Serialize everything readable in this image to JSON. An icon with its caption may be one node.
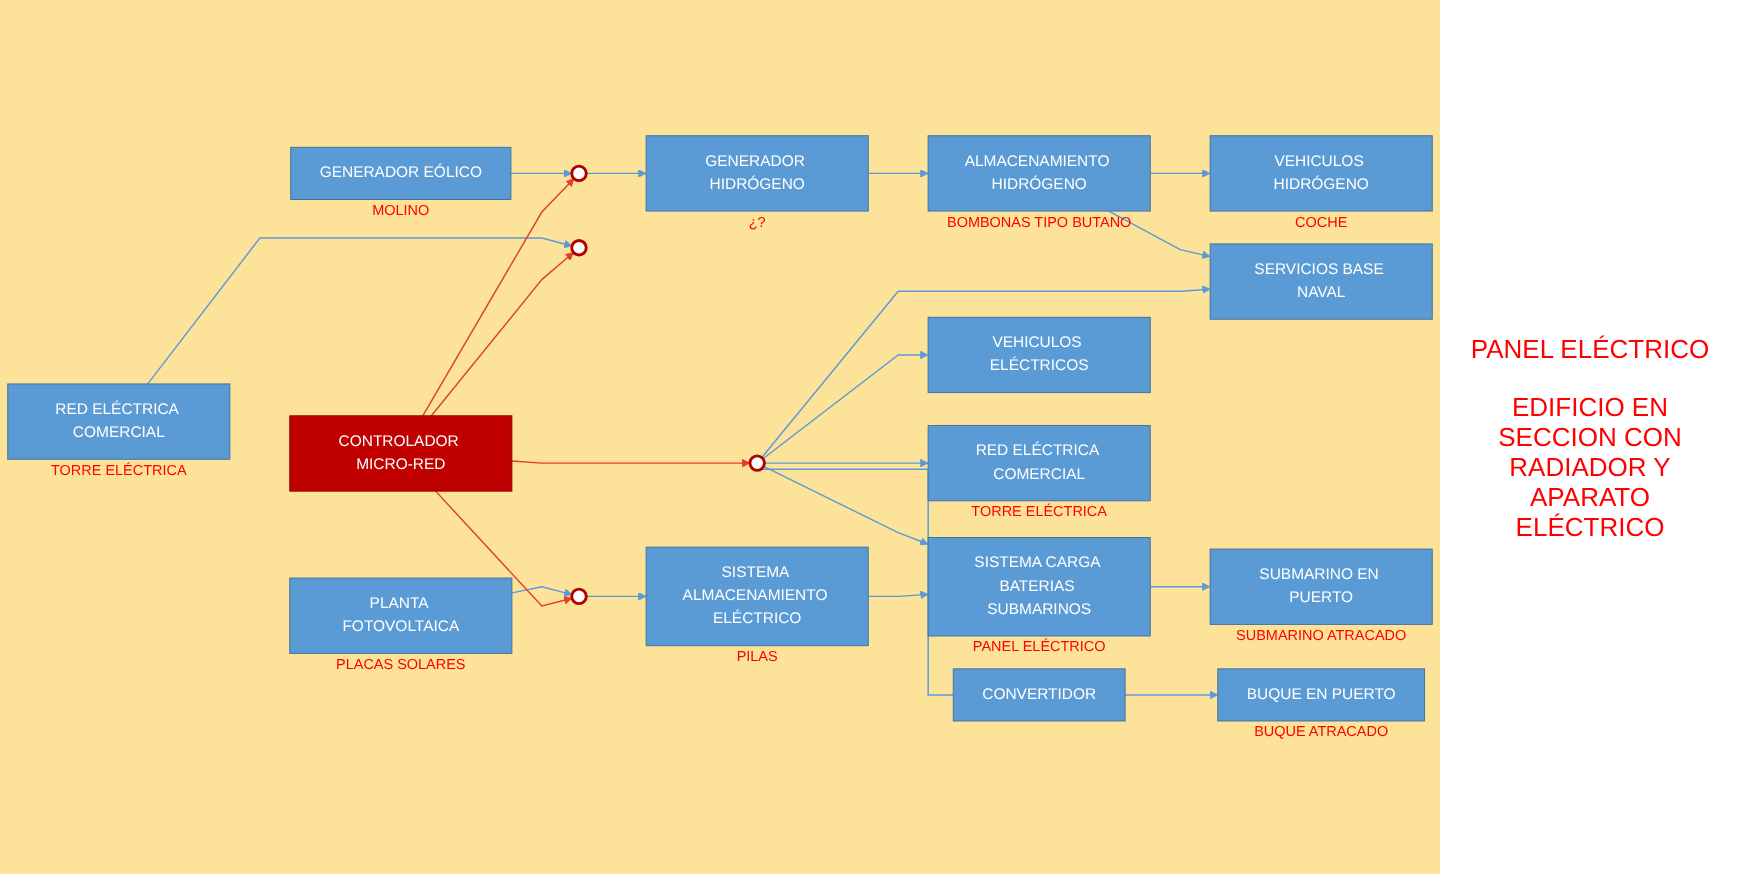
{
  "diagram": {
    "nodes": [
      {
        "text": [
          "RED ELÉCTRICA COMERCIAL"
        ],
        "beside": [
          "TORRE ELÉCTRICA"
        ]
      },
      {
        "text": [
          "GENERADOR EÓLICO"
        ],
        "beside": [
          "MOLINO"
        ]
      },
      {
        "text": [
          "PLANTA FOTOVOLTAICA"
        ],
        "beside": [
          "PLACAS SOLARES"
        ]
      },
      {
        "text": [],
        "shape": "circle"
      },
      {
        "text": [],
        "shape": "circle"
      },
      {
        "text": [],
        "shape": "circle"
      },
      {
        "text": [
          "CONTROLADOR MICRO-RED"
        ]
      },
      {
        "text": [
          "GENERADOR HIDRÓGENO"
        ],
        "beside": [
          "¿?"
        ]
      },
      {
        "text": [
          "ALMACENAMIENTO HIDRÓGENO"
        ],
        "beside": [
          "BOMBONAS TIPO BUTANO"
        ]
      },
      {
        "text": [
          "VEHICULOS HIDRÓGENO"
        ],
        "beside": [
          "COCHE"
        ]
      },
      {
        "text": [
          "SERVICIOS BASE NAVAL"
        ]
      },
      {
        "text": [
          "VEHICULOS ELÉCTRICOS"
        ]
      },
      {
        "text": [],
        "shape": "circle"
      },
      {
        "text": [
          "RED ELÉCTRICA COMERCIAL"
        ],
        "beside": [
          "TORRE ELÉCTRICA"
        ]
      },
      {
        "text": [
          "CONVERTIDOR"
        ]
      },
      {
        "text": [
          "BUQUE EN PUERTO"
        ],
        "beside": [
          "BUQUE ATRACADO"
        ]
      },
      {
        "text": [
          "SISTEMA ALMACENAMIENTO ELÉCTRICO"
        ],
        "beside": [
          "PILAS"
        ]
      },
      {
        "text": [
          "SISTEMA CARGA BATERIAS SUBMARINOS"
        ],
        "beside": [
          "PANEL ELÉCTRICO"
        ]
      },
      {
        "text": [
          "SUBMARINO EN PUERTO"
        ],
        "beside": [
          "SUBMARINO ATRACADO"
        ]
      }
    ],
    "edges": [
      {
        "from": 1,
        "to": 3,
        "arrow": "to"
      },
      {
        "from": 0,
        "to": 4,
        "arrow": "to"
      },
      {
        "from": 2,
        "to": 5,
        "arrow": "to"
      },
      {
        "from": 6,
        "to": 3,
        "arrow": "to",
        "color": "#e0402a"
      },
      {
        "from": 6,
        "to": 4,
        "arrow": "to",
        "color": "#e0402a"
      },
      {
        "from": 6,
        "to": 5,
        "arrow": "to",
        "color": "#e0402a"
      },
      {
        "from": 6,
        "to": 12,
        "arrow": "to",
        "color": "#e0402a"
      },
      {
        "from": 3,
        "to": 7,
        "arrow": "to"
      },
      {
        "from": 5,
        "to": 16,
        "arrow": "to"
      },
      {
        "from": 7,
        "to": 8,
        "arrow": "to"
      },
      {
        "from": 8,
        "to": 9,
        "arrow": "to"
      },
      {
        "from": 8,
        "to": 10,
        "arrow": "to"
      },
      {
        "from": 12,
        "to": 10,
        "arrow": "to"
      },
      {
        "from": 12,
        "to": 11,
        "arrow": "to"
      },
      {
        "from": 12,
        "to": 13,
        "arrow": "to"
      },
      {
        "from": 12,
        "to": 14,
        "arrow": "none"
      },
      {
        "from": 12,
        "to": 17,
        "arrow": "to"
      },
      {
        "from": 16,
        "to": 17,
        "arrow": "to"
      },
      {
        "from": 14,
        "to": 15,
        "arrow": "to"
      },
      {
        "from": 17,
        "to": 18,
        "arrow": "to"
      }
    ],
    "labels": [
      "PANEL ELÉCTRICO",
      "EDIFICIO EN SECCION CON RADIADOR Y APARATO ELÉCTRICO"
    ]
  }
}
